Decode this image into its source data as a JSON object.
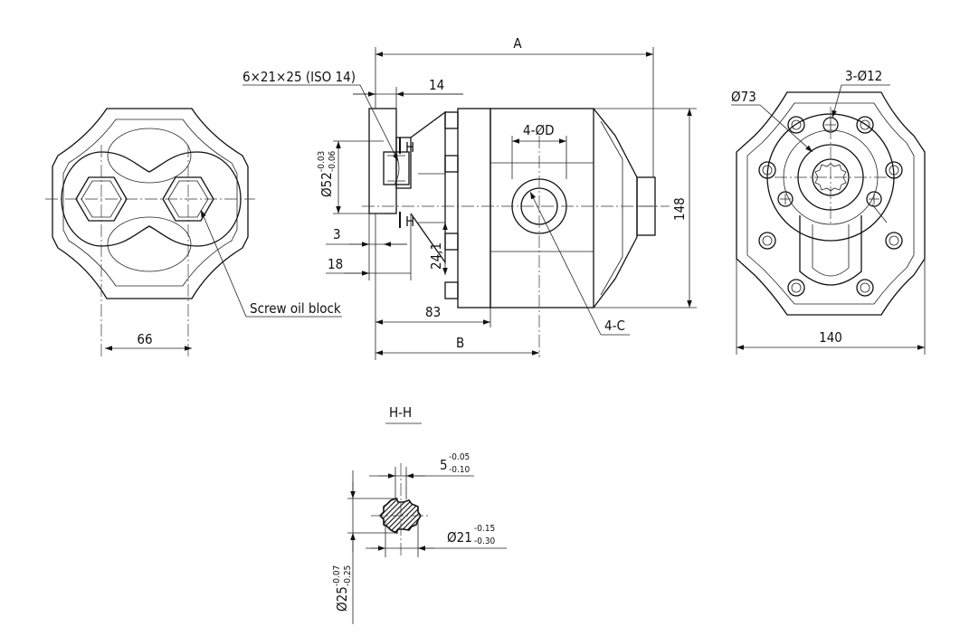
{
  "colors": {
    "line": "#111111",
    "background": "#ffffff"
  },
  "labels": {
    "dim_a": "A",
    "dim_b": "B",
    "dim_14": "14",
    "dim_83": "83",
    "dim_148": "148",
    "dim_140": "140",
    "dim_66": "66",
    "dim_3": "3",
    "dim_18": "18",
    "dim_24_1": "24,1",
    "spline_spec": "6×21×25 (ISO 14)",
    "port_holes": "4-ØD",
    "thread": "4-C",
    "screw_oil_block": "Screw oil block",
    "hole_3x12": "3-Ø12",
    "dia_73": "Ø73",
    "section_mark_top": "H",
    "section_mark_bottom": "H",
    "dia_52": {
      "base": "Ø52",
      "upper": "-0.03",
      "lower": "-0.06"
    },
    "section_title": "H-H",
    "key_width": {
      "base": "5",
      "upper": "-0.05",
      "lower": "-0.10"
    },
    "dia_21": {
      "base": "Ø21",
      "upper": "-0.15",
      "lower": "-0.30"
    },
    "dia_25": {
      "base": "Ø25",
      "upper": "-0.07",
      "lower": "-0.25"
    }
  }
}
